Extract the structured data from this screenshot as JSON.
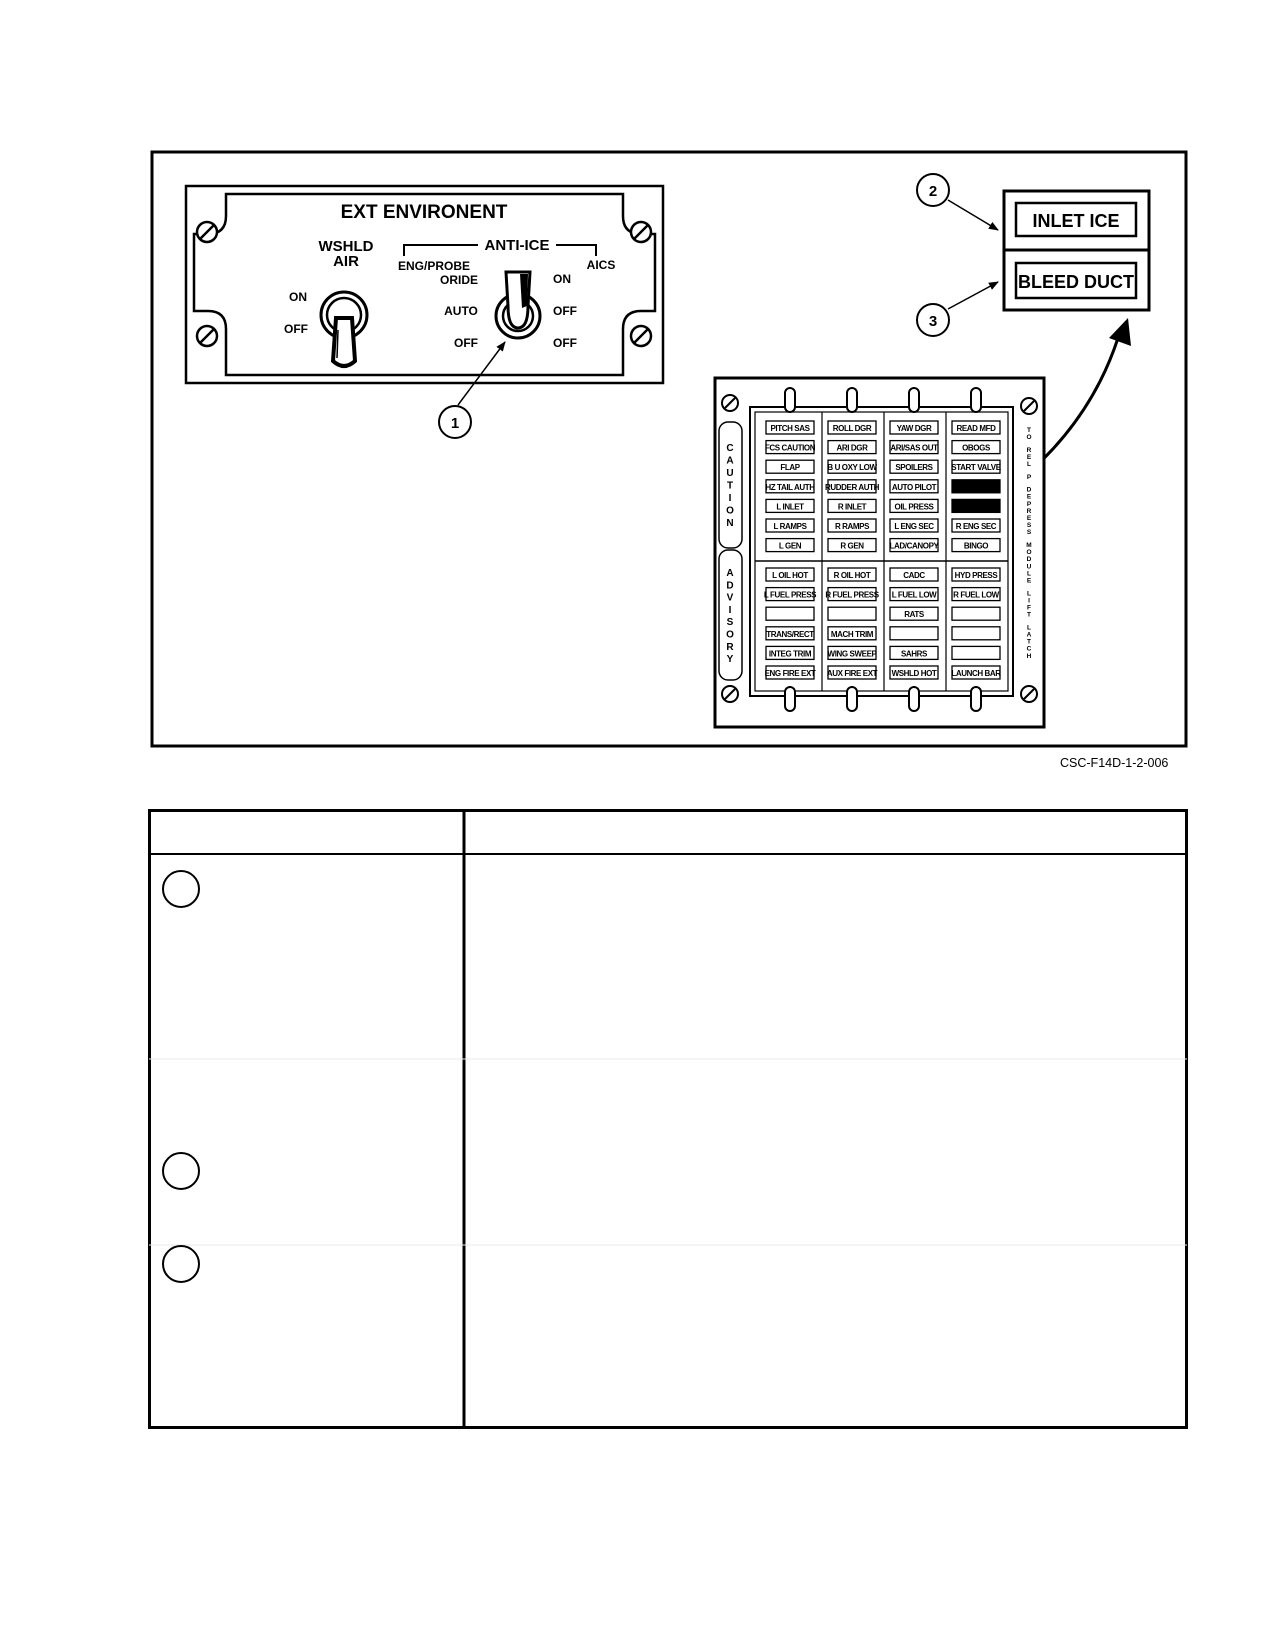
{
  "figure": {
    "figure_id": "CSC-F14D-1-2-006",
    "ext_env_panel": {
      "title": "EXT ENVIRONENT",
      "wshld_line1": "WSHLD",
      "wshld_line2": "AIR",
      "anti_ice": "ANTI-ICE",
      "eng_probe": "ENG/PROBE",
      "aics": "AICS",
      "wshld_on": "ON",
      "wshld_off": "OFF",
      "oride": "ORIDE",
      "auto": "AUTO",
      "eng_off": "OFF",
      "aics_on": "ON",
      "aics_off1": "OFF",
      "aics_off2": "OFF"
    },
    "callouts": [
      "1",
      "2",
      "3"
    ],
    "detail_lights": [
      "INLET ICE",
      "BLEED DUCT"
    ],
    "caution_label": "CAUTION",
    "advisory_label": "ADVISORY",
    "side_note": "TO REL P DEPRESS MODULE LIFT LATCH",
    "caution_lights": [
      [
        "PITCH SAS",
        "ROLL DGR",
        "YAW DGR",
        "READ MFD"
      ],
      [
        "FCS CAUTION",
        "ARI DGR",
        "ARI/SAS OUT",
        "OBOGS"
      ],
      [
        "FLAP",
        "B U OXY LOW",
        "SPOILERS",
        "START VALVE"
      ],
      [
        "HZ TAIL AUTH",
        "RUDDER AUTH",
        "AUTO PILOT",
        ""
      ],
      [
        "L INLET",
        "R INLET",
        "OIL PRESS",
        ""
      ],
      [
        "L RAMPS",
        "R RAMPS",
        "L ENG SEC",
        "R ENG SEC"
      ],
      [
        "L GEN",
        "R GEN",
        "LAD/CANOPY",
        "BINGO"
      ]
    ],
    "advisory_lights": [
      [
        "L OIL HOT",
        "R OIL HOT",
        "CADC",
        "HYD PRESS"
      ],
      [
        "L FUEL PRESS",
        "R FUEL PRESS",
        "L FUEL LOW",
        "R FUEL LOW"
      ],
      [
        "",
        "",
        "RATS",
        ""
      ],
      [
        "TRANS/RECT",
        "MACH TRIM",
        "",
        ""
      ],
      [
        "INTEG TRIM",
        "WING SWEEP",
        "SAHRS",
        ""
      ],
      [
        "ENG FIRE EXT",
        "AUX FIRE EXT",
        "WSHLD HOT",
        "LAUNCH BAR"
      ]
    ]
  }
}
